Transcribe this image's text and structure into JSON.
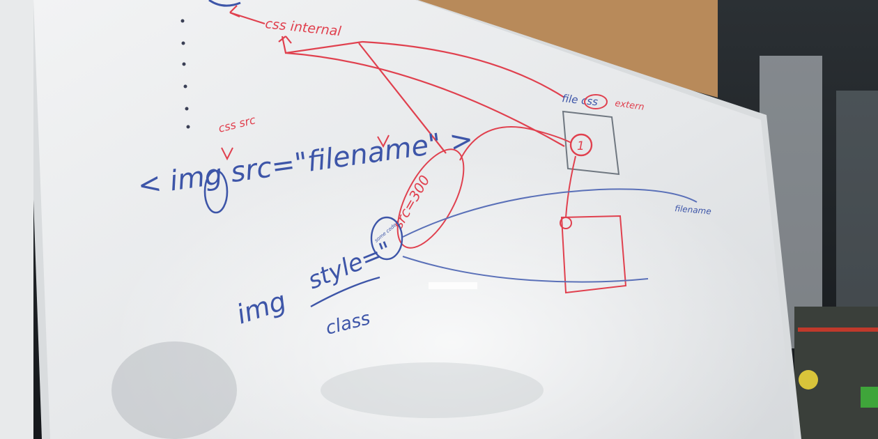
{
  "photo": {
    "subject": "whiteboard",
    "colors": {
      "blue_marker": "#3d55a8",
      "red_marker": "#e0404e",
      "board": "#eceeef",
      "frame": "#dcdfe0",
      "window_dark": "#1c1f22",
      "cork": "#b88a5a"
    }
  },
  "notes": {
    "css_internal": "css internal",
    "css_src": "css src",
    "img_src": "< img src=\"filename\" >",
    "img_word": "img",
    "src_attr": "src=\"filename\"",
    "css_marker": "css",
    "file_css": "file css",
    "external": "extern",
    "circle_one": "1",
    "src_300": "src=300",
    "img_bottom": "img",
    "style_attr": "style=\"",
    "style_value": "some code",
    "class_word": "class",
    "filename_right": "filename"
  }
}
